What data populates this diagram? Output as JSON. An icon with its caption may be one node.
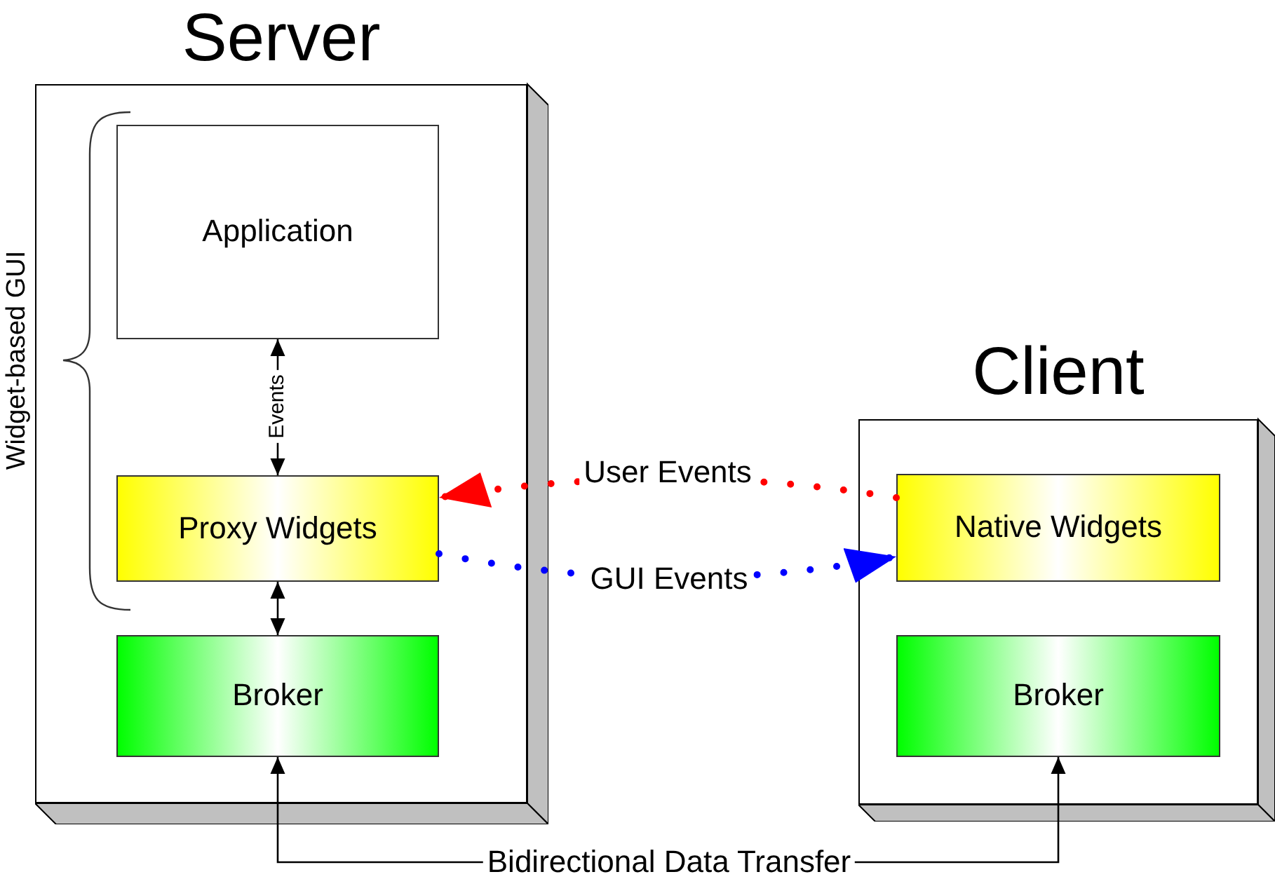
{
  "diagram": {
    "nodes": [
      {
        "text": [
          "Server"
        ]
      },
      {
        "text": [
          "Application"
        ],
        "in": 0
      },
      {
        "text": [
          "Proxy Widgets"
        ],
        "in": 0
      },
      {
        "text": [
          "Broker"
        ],
        "in": 0
      },
      {
        "text": [
          "Client"
        ]
      },
      {
        "text": [
          "Native Widgets"
        ],
        "in": 4
      },
      {
        "text": [
          "Broker"
        ],
        "in": 4
      }
    ],
    "edges": [
      {
        "from": 1,
        "to": 2,
        "arrow": "both",
        "label": "Events"
      },
      {
        "from": 2,
        "to": 3,
        "arrow": "both"
      },
      {
        "from": 5,
        "to": 2,
        "arrow": "to",
        "label": "User Events",
        "style": "dashed",
        "color": "#ff0000"
      },
      {
        "from": 2,
        "to": 5,
        "arrow": "to",
        "label": "GUI Events",
        "style": "dashed",
        "color": "#0000ff"
      },
      {
        "from": 3,
        "to": 6,
        "arrow": "both",
        "label": "Bidirectional Data Transfer"
      }
    ],
    "labels": [
      "Widget-based GUI"
    ]
  }
}
